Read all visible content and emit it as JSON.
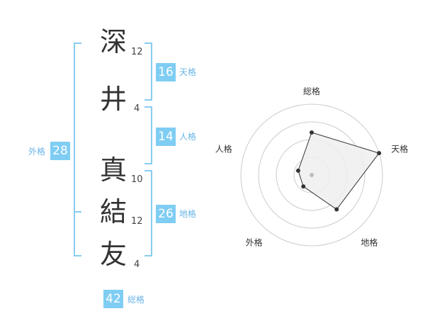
{
  "name": {
    "characters": [
      {
        "char": "深",
        "strokes": "12"
      },
      {
        "char": "井",
        "strokes": "4"
      },
      {
        "char": "真",
        "strokes": "10"
      },
      {
        "char": "結",
        "strokes": "12"
      },
      {
        "char": "友",
        "strokes": "4"
      }
    ]
  },
  "fortune": {
    "tenkaku": {
      "value": "16",
      "label": "天格"
    },
    "jinkaku": {
      "value": "14",
      "label": "人格"
    },
    "chikaku": {
      "value": "26",
      "label": "地格"
    },
    "gaikaku": {
      "value": "28",
      "label": "外格"
    },
    "soukaku": {
      "value": "42",
      "label": "総格"
    }
  },
  "radar": {
    "axes": [
      "総格",
      "天格",
      "地格",
      "外格",
      "人格"
    ],
    "levels": 4,
    "values": [
      3,
      5,
      3,
      1,
      1
    ],
    "max": 5,
    "colors": {
      "fill": "#eeeeee",
      "stroke": "#333333",
      "grid": "#cccccc",
      "dot": "#333333"
    }
  }
}
